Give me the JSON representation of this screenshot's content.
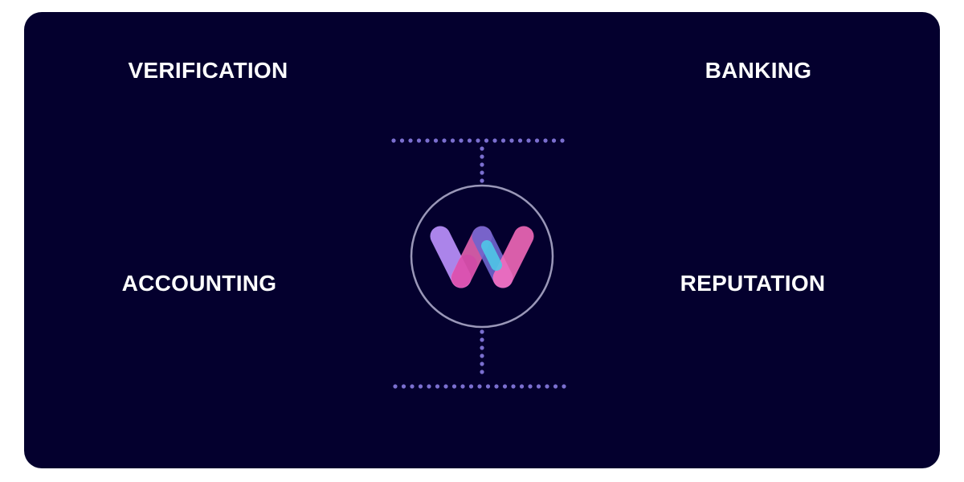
{
  "diagram": {
    "labels": {
      "top_left": "VERIFICATION",
      "top_right": "BANKING",
      "bottom_left": "ACCOUNTING",
      "bottom_right": "REPUTATION"
    },
    "hub": {
      "logo": "w-logo-icon"
    },
    "colors": {
      "background": "#04002e",
      "text": "#ffffff",
      "dots": "#7b6fd0",
      "ring": "#9a97b8",
      "logo_lavender": "#b48cf5",
      "logo_pink": "#ff6fc0",
      "logo_cyan": "#4fc7e8",
      "logo_indigo": "#6f65cf"
    }
  }
}
